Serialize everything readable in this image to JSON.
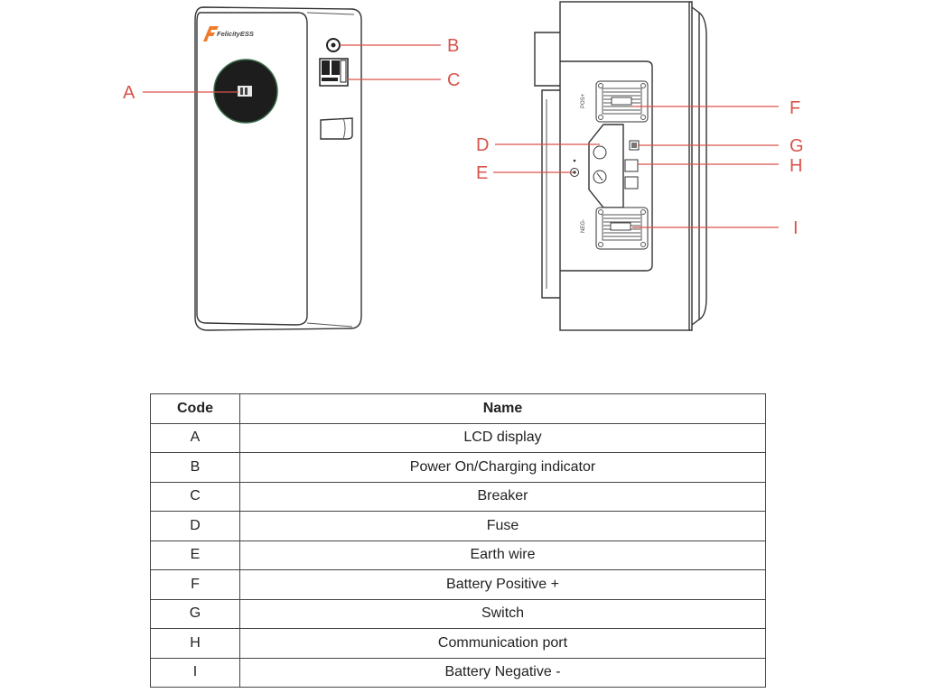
{
  "diagram": {
    "brand_logo_text": "FelicityESS",
    "left_view_callouts": [
      "A",
      "B",
      "C"
    ],
    "right_view_callouts": [
      "D",
      "E",
      "F",
      "G",
      "H",
      "I"
    ],
    "terminal_labels": {
      "positive": "POS+",
      "negative": "NEG-"
    },
    "accent_color": "#d9534a"
  },
  "table": {
    "headers": {
      "code": "Code",
      "name": "Name"
    },
    "rows": [
      {
        "code": "A",
        "name": "LCD display"
      },
      {
        "code": "B",
        "name": "Power On/Charging indicator"
      },
      {
        "code": "C",
        "name": "Breaker"
      },
      {
        "code": "D",
        "name": "Fuse"
      },
      {
        "code": "E",
        "name": "Earth wire"
      },
      {
        "code": "F",
        "name": "Battery Positive +"
      },
      {
        "code": "G",
        "name": "Switch"
      },
      {
        "code": "H",
        "name": "Communication port"
      },
      {
        "code": "I",
        "name": "Battery Negative -"
      }
    ]
  }
}
